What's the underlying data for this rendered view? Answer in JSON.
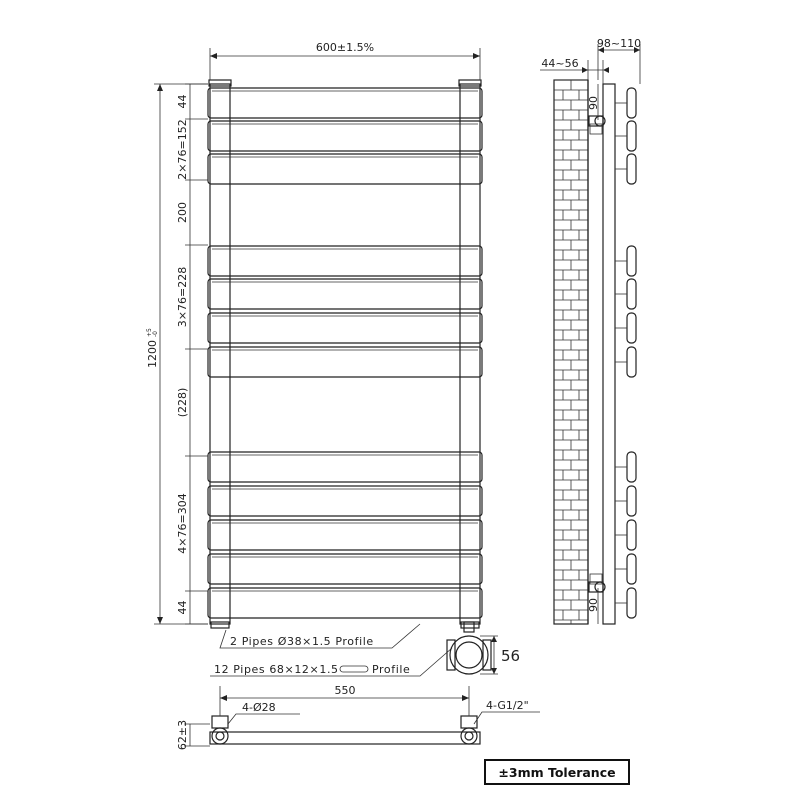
{
  "front_view": {
    "overall_width": "600±1.5%",
    "overall_height": "1200",
    "height_tolerance_upper": "+5",
    "height_tolerance_lower": "-0",
    "segments": [
      "44",
      "2×76=152",
      "200",
      "3×76=228",
      "(228)",
      "4×76=304",
      "44"
    ]
  },
  "side_view": {
    "depth_total": "98~110",
    "wall_gap": "44~56",
    "valve_offset_top": "90",
    "valve_offset_bottom": "90"
  },
  "notes": {
    "pipes_label": "2 Pipes  Ø38×1.5 Profile",
    "flat_label_prefix": "12 Pipes  68×12×1.5",
    "flat_label_suffix": "Profile",
    "valve_size": "56"
  },
  "bottom_view": {
    "center_distance": "550",
    "holes": "4-Ø28",
    "thread": "4-G1/2\"",
    "height": "62±3"
  },
  "tolerance": "±3mm Tolerance"
}
